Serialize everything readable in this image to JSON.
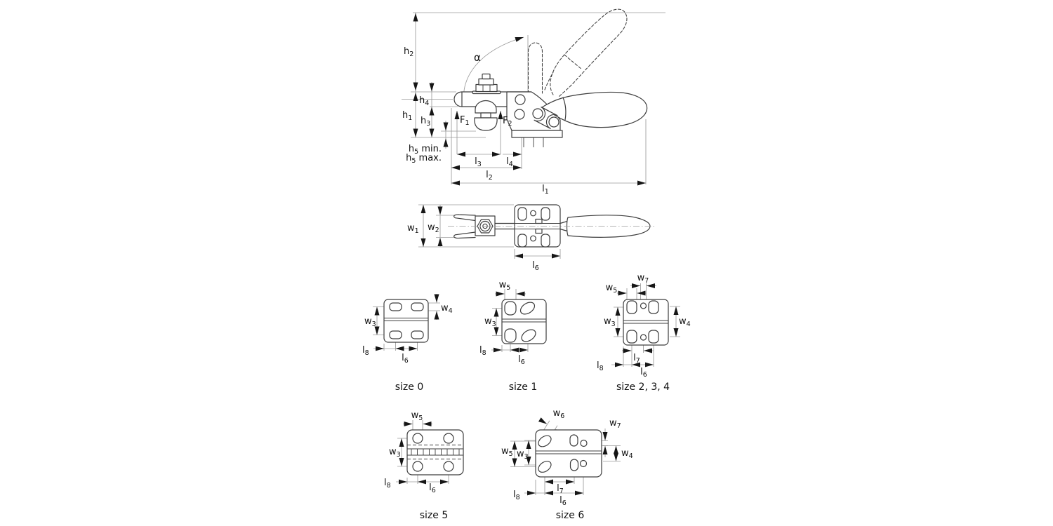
{
  "dims": {
    "h1": {
      "b": "h",
      "s": "1",
      "t": ""
    },
    "h2": {
      "b": "h",
      "s": "2",
      "t": ""
    },
    "h3": {
      "b": "h",
      "s": "3",
      "t": ""
    },
    "h4": {
      "b": "h",
      "s": "4",
      "t": ""
    },
    "h5min": {
      "b": "h",
      "s": "5",
      "t": " min."
    },
    "h5max": {
      "b": "h",
      "s": "5",
      "t": " max."
    },
    "alpha": {
      "b": "α",
      "s": "",
      "t": ""
    },
    "f1": {
      "b": "F",
      "s": "1",
      "t": ""
    },
    "f2": {
      "b": "F",
      "s": "2",
      "t": ""
    },
    "l1": {
      "b": "l",
      "s": "1",
      "t": ""
    },
    "l2": {
      "b": "l",
      "s": "2",
      "t": ""
    },
    "l3": {
      "b": "l",
      "s": "3",
      "t": ""
    },
    "l4": {
      "b": "l",
      "s": "4",
      "t": ""
    },
    "l6": {
      "b": "l",
      "s": "6",
      "t": ""
    },
    "l7": {
      "b": "l",
      "s": "7",
      "t": ""
    },
    "l8": {
      "b": "l",
      "s": "8",
      "t": ""
    },
    "w1": {
      "b": "w",
      "s": "1",
      "t": ""
    },
    "w2": {
      "b": "w",
      "s": "2",
      "t": ""
    },
    "w3": {
      "b": "w",
      "s": "3",
      "t": ""
    },
    "w4": {
      "b": "w",
      "s": "4",
      "t": ""
    },
    "w5": {
      "b": "w",
      "s": "5",
      "t": ""
    },
    "w6": {
      "b": "w",
      "s": "6",
      "t": ""
    },
    "w7": {
      "b": "w",
      "s": "7",
      "t": ""
    }
  },
  "captions": {
    "size0": "size 0",
    "size1": "size 1",
    "size234": "size 2, 3, 4",
    "size5": "size 5",
    "size6": "size 6"
  },
  "colors": {
    "background": "#ffffff",
    "part_line": "#3d3d3d",
    "dimension_line": "#9a9a9a",
    "arrowhead": "#161616",
    "text": "#111111"
  }
}
